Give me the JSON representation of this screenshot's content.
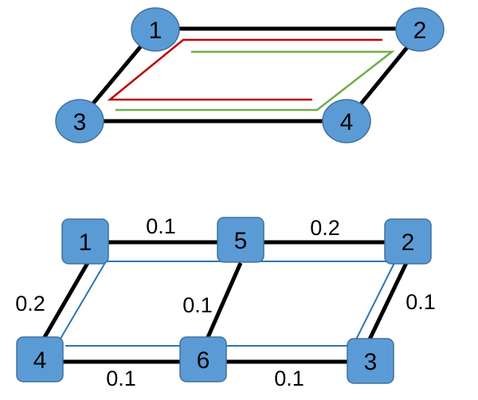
{
  "colors": {
    "node_fill": "#5b9bd5",
    "node_stroke": "#41719c",
    "edge": "#000000",
    "route_red": "#c00000",
    "route_green": "#70ad47",
    "route_blue": "#2e75b6"
  },
  "top_graph": {
    "nodes": [
      {
        "id": "1",
        "label": "1"
      },
      {
        "id": "2",
        "label": "2"
      },
      {
        "id": "3",
        "label": "3"
      },
      {
        "id": "4",
        "label": "4"
      }
    ],
    "edges": [
      {
        "from": "1",
        "to": "2"
      },
      {
        "from": "1",
        "to": "3"
      },
      {
        "from": "2",
        "to": "4"
      },
      {
        "from": "3",
        "to": "4"
      }
    ]
  },
  "bottom_graph": {
    "nodes": [
      {
        "id": "1",
        "label": "1"
      },
      {
        "id": "5",
        "label": "5"
      },
      {
        "id": "2",
        "label": "2"
      },
      {
        "id": "4",
        "label": "4"
      },
      {
        "id": "6",
        "label": "6"
      },
      {
        "id": "3",
        "label": "3"
      }
    ],
    "edges": [
      {
        "from": "1",
        "to": "5",
        "weight": "0.1"
      },
      {
        "from": "5",
        "to": "2",
        "weight": "0.2"
      },
      {
        "from": "1",
        "to": "4",
        "weight": "0.2"
      },
      {
        "from": "5",
        "to": "6",
        "weight": "0.1"
      },
      {
        "from": "2",
        "to": "3",
        "weight": "0.1"
      },
      {
        "from": "4",
        "to": "6",
        "weight": "0.1"
      },
      {
        "from": "6",
        "to": "3",
        "weight": "0.1"
      }
    ]
  }
}
